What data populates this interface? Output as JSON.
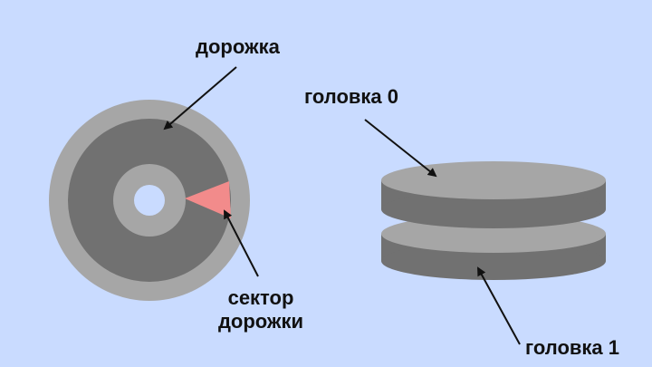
{
  "labels": {
    "track": "дорожка",
    "head0": "головка 0",
    "sector_line1": "сектор",
    "sector_line2": "дорожки",
    "head1": "головка 1"
  },
  "colors": {
    "background": "#c9dbff",
    "disk_outer": "#a6a6a6",
    "disk_track": "#717171",
    "disk_inner_ring": "#a6a6a6",
    "disk_hole": "#c9dbff",
    "sector": "#f28b8b",
    "platter_top": "#a6a6a6",
    "platter_side": "#717171",
    "arrow": "#111111"
  }
}
